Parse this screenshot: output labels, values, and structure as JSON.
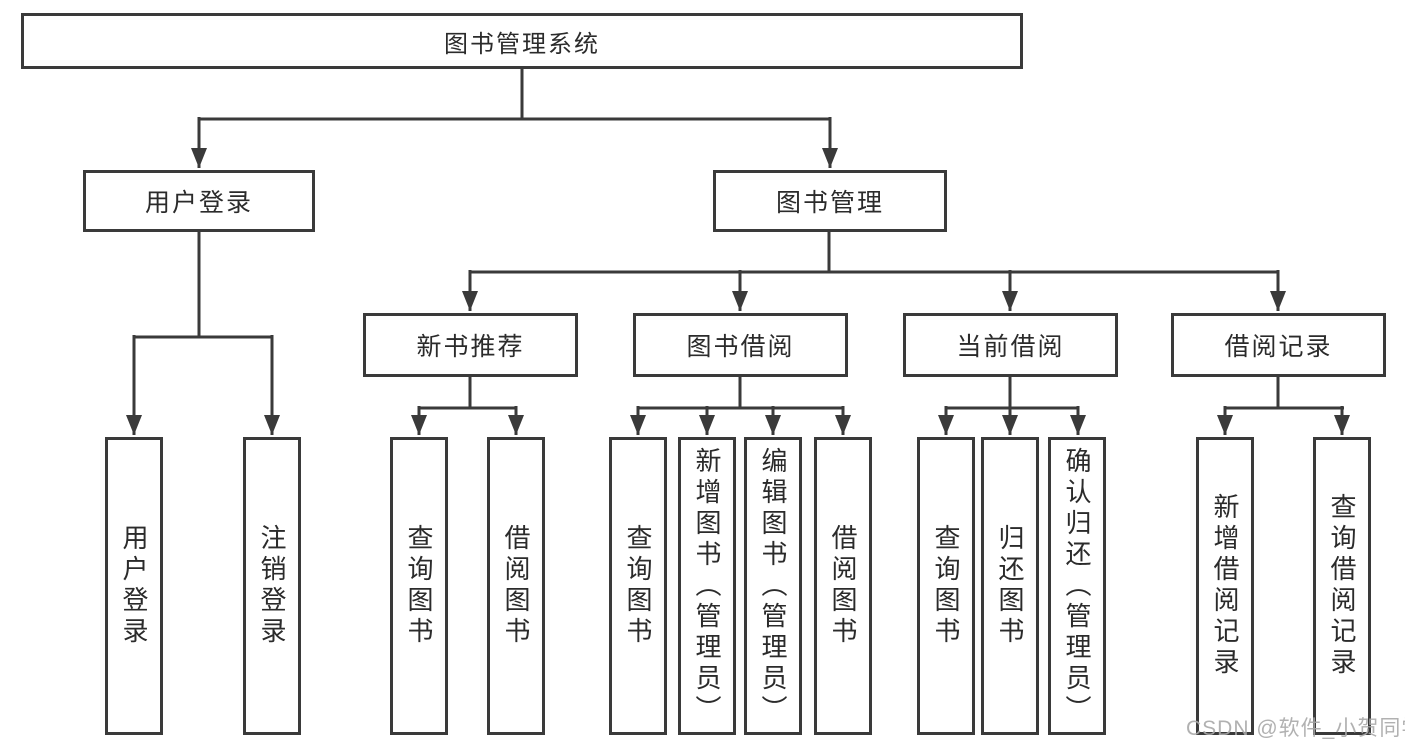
{
  "diagram": {
    "root": "图书管理系统",
    "branches": [
      {
        "label": "用户登录",
        "children": [
          "用户登录",
          "注销登录"
        ]
      },
      {
        "label": "图书管理",
        "sections": [
          {
            "label": "新书推荐",
            "children": [
              "查询图书",
              "借阅图书"
            ]
          },
          {
            "label": "图书借阅",
            "children": [
              "查询图书",
              "新增图书（管理员）",
              "编辑图书（管理员）",
              "借阅图书"
            ]
          },
          {
            "label": "当前借阅",
            "children": [
              "查询图书",
              "归还图书",
              "确认归还（管理员）"
            ]
          },
          {
            "label": "借阅记录",
            "children": [
              "新增借阅记录",
              "查询借阅记录"
            ]
          }
        ]
      }
    ],
    "colors": {
      "line": "#3a3a3a",
      "box_fill": "#ffffff",
      "text": "#2b2b2b",
      "watermark": "#a9a9a9"
    }
  },
  "watermark": "CSDN @软件_小贺同学"
}
